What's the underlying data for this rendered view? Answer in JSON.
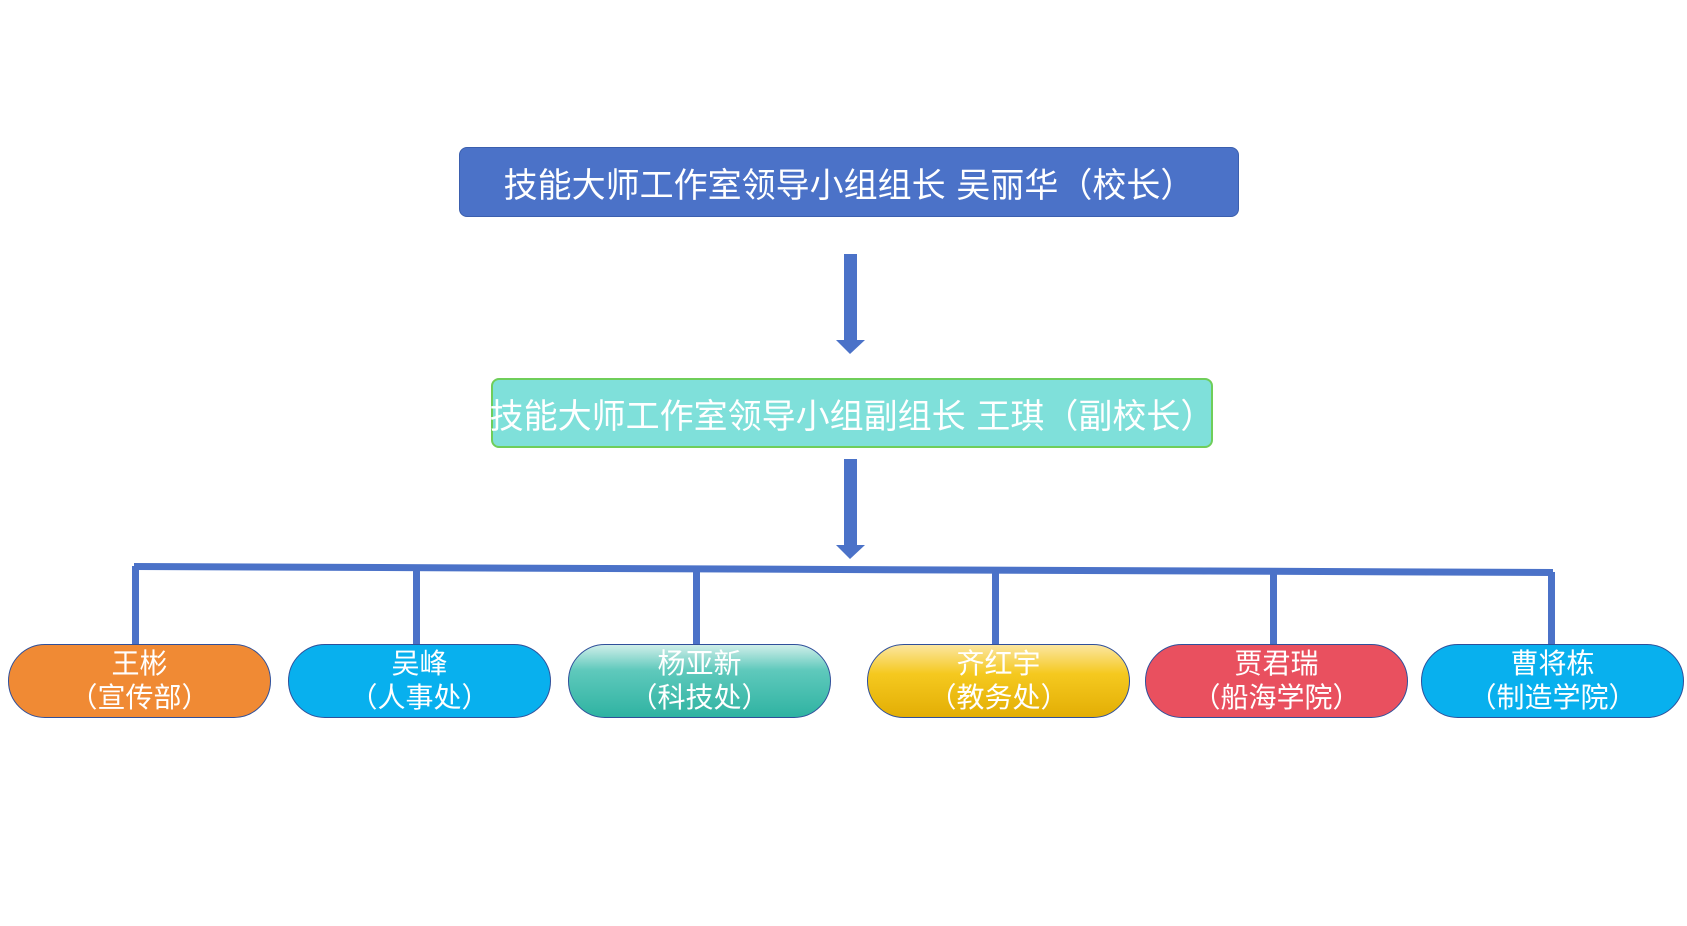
{
  "top": {
    "text": "技能大师工作室领导小组组长  吴丽华（校长）",
    "color": "#4b72c8"
  },
  "deputy": {
    "text": "技能大师工作室领导小组副组长 王琪（副校长）",
    "color": "#7fe0da"
  },
  "connector_color": "#4b72c8",
  "members": [
    {
      "name": "王彬",
      "dept": "（宣传部）",
      "color": "#f08a34"
    },
    {
      "name": "吴峰",
      "dept": "（人事处）",
      "color": "#08b0ee"
    },
    {
      "name": "杨亚新",
      "dept": "（科技处）",
      "color": "#38b7a7"
    },
    {
      "name": "齐红宇",
      "dept": "（教务处）",
      "color": "#f2c21e"
    },
    {
      "name": "贾君瑞",
      "dept": "（船海学院）",
      "color": "#e9505f"
    },
    {
      "name": "曹将栋",
      "dept": "（制造学院）",
      "color": "#08b0ee"
    }
  ]
}
